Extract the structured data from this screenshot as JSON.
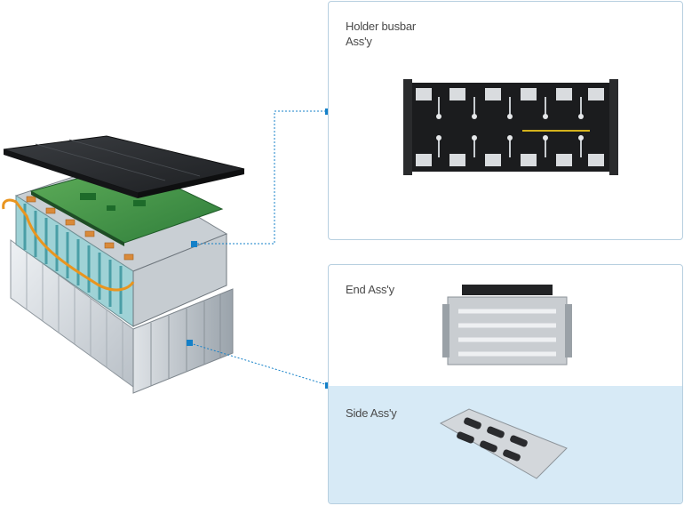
{
  "panels": {
    "holder_busbar": {
      "line1": "Holder busbar",
      "line2": "Ass'y"
    },
    "end": {
      "label": "End Ass'y"
    },
    "side": {
      "label": "Side Ass'y"
    }
  },
  "colors": {
    "accent": "#1480c8",
    "panel_border": "#b7cfe0",
    "side_band": "#d7eaf6",
    "label_text": "#4a4a4a"
  },
  "icons": [
    "battery-module-exploded-illustration",
    "holder-busbar-part-illustration",
    "end-assembly-part-illustration",
    "side-assembly-part-illustration"
  ]
}
